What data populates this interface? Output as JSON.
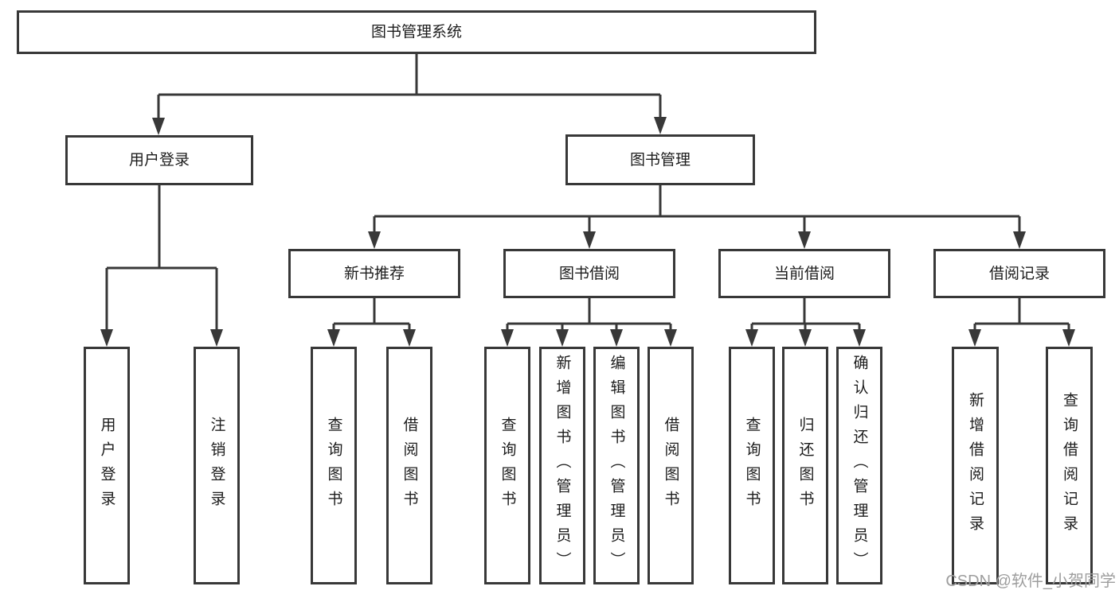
{
  "diagram_type": "functional-structure-tree",
  "colors": {
    "line": "#383838",
    "box_border": "#383838",
    "text": "#1c1c1c",
    "background": "#ffffff",
    "watermark": "#9e9e9e"
  },
  "tree": {
    "label": "图书管理系统",
    "children": [
      {
        "label": "用户登录",
        "children": [
          {
            "label": "用户登录"
          },
          {
            "label": "注销登录"
          }
        ]
      },
      {
        "label": "图书管理",
        "children": [
          {
            "label": "新书推荐",
            "children": [
              {
                "label": "查询图书"
              },
              {
                "label": "借阅图书"
              }
            ]
          },
          {
            "label": "图书借阅",
            "children": [
              {
                "label": "查询图书"
              },
              {
                "label": "新增图书（管理员）"
              },
              {
                "label": "编辑图书（管理员）"
              },
              {
                "label": "借阅图书"
              }
            ]
          },
          {
            "label": "当前借阅",
            "children": [
              {
                "label": "查询图书"
              },
              {
                "label": "归还图书"
              },
              {
                "label": "确认归还（管理员）"
              }
            ]
          },
          {
            "label": "借阅记录",
            "children": [
              {
                "label": "新增借阅记录"
              },
              {
                "label": "查询借阅记录"
              }
            ]
          }
        ]
      }
    ]
  },
  "watermark": {
    "text": "CSDN @软件_小贺同学"
  }
}
